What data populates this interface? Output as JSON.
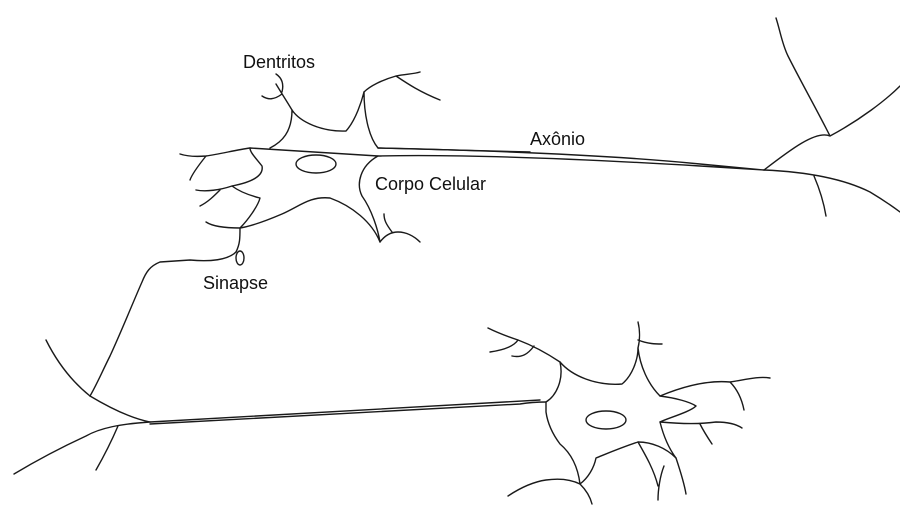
{
  "labels": {
    "dendrites": "Dentritos",
    "axon": "Axônio",
    "cell_body": "Corpo Celular",
    "synapse": "Sinapse"
  },
  "colors": {
    "stroke": "#1a1a1a",
    "text": "#111111",
    "background": "#ffffff"
  }
}
